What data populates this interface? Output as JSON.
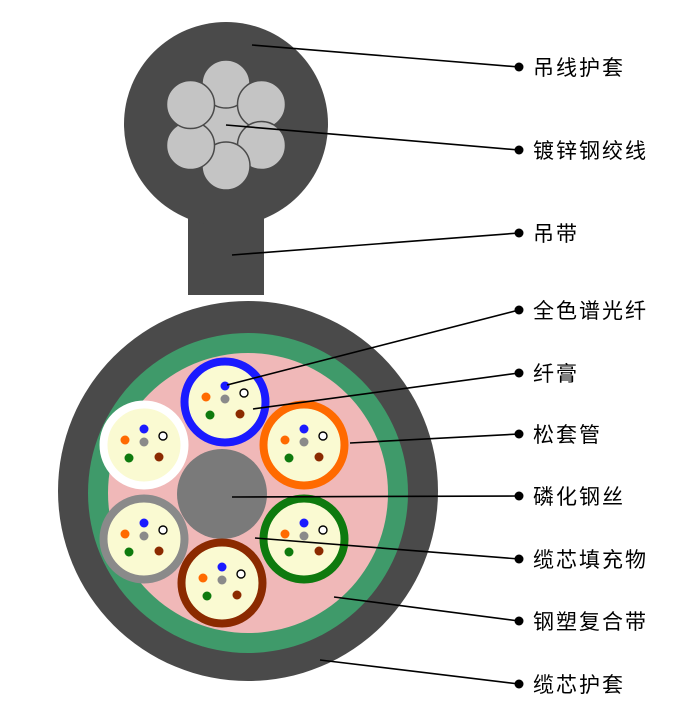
{
  "labels": {
    "messenger_sheath": "吊线护套",
    "galvanized_steel_strand": "镀锌钢绞线",
    "suspension_strip": "吊带",
    "full_spectrum_fiber": "全色谱光纤",
    "fiber_gel": "纤膏",
    "loose_tube": "松套管",
    "phosphated_steel_wire": "磷化钢丝",
    "core_filler": "缆芯填充物",
    "steel_plastic_tape": "钢塑复合带",
    "core_sheath": "缆芯护套"
  },
  "colors": {
    "sheath": "#4a4a4a",
    "strand": "#c4c4c4",
    "armor_tape": "#3f9a6a",
    "filler": "#f0b8b8",
    "central_wire": "#7a7a7a",
    "gel": "#fafad2",
    "tube_blue": "#1a1aff",
    "tube_orange": "#ff6a00",
    "tube_green": "#0e7a0e",
    "tube_brown": "#8b2a00",
    "tube_gray": "#8a8a8a",
    "tube_white": "#ffffff",
    "fiber_blue": "#1a1aff",
    "fiber_orange": "#ff6a00",
    "fiber_green": "#0e7a0e",
    "fiber_brown": "#8b2a00",
    "fiber_gray": "#8a8a8a",
    "fiber_white": "#ffffff"
  },
  "structure": {
    "strand_count": 7,
    "loose_tubes": [
      "blue",
      "orange",
      "green",
      "brown",
      "gray",
      "white"
    ],
    "fibers_per_tube": [
      "blue",
      "white",
      "orange",
      "gray",
      "green",
      "brown"
    ]
  }
}
